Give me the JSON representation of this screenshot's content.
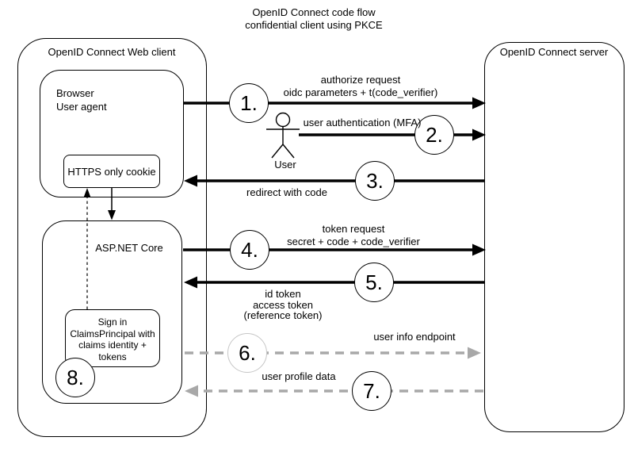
{
  "title": {
    "line1": "OpenID Connect code flow",
    "line2": "confidential client using PKCE"
  },
  "client": {
    "label": "OpenID Connect Web client",
    "browser": {
      "line1": "Browser",
      "line2": "User agent",
      "cookie_label": "HTTPS only cookie"
    },
    "aspnet": {
      "label": "ASP.NET Core",
      "signin": {
        "line1": "Sign in",
        "line2": "ClaimsPrincipal with",
        "line3": "claims identity +",
        "line4": "tokens"
      }
    }
  },
  "server": {
    "label": "OpenID Connect server"
  },
  "actor": {
    "label": "User"
  },
  "steps": [
    {
      "num": "1.",
      "lines": [
        "authorize request",
        "oidc parameters + t(code_verifier)"
      ],
      "direction": "client-to-server",
      "style": "solid"
    },
    {
      "num": "2.",
      "lines": [
        "user authentication (MFA)"
      ],
      "direction": "user-to-server",
      "style": "solid"
    },
    {
      "num": "3.",
      "lines": [
        "redirect with code"
      ],
      "direction": "server-to-client",
      "style": "solid"
    },
    {
      "num": "4.",
      "lines": [
        "token request",
        "secret + code + code_verifier"
      ],
      "direction": "client-to-server",
      "style": "solid"
    },
    {
      "num": "5.",
      "lines": [
        "id token",
        "access token",
        "(reference token)"
      ],
      "direction": "server-to-client",
      "style": "solid"
    },
    {
      "num": "6.",
      "lines": [
        "user info endpoint"
      ],
      "direction": "client-to-server",
      "style": "dashed"
    },
    {
      "num": "7.",
      "lines": [
        "user profile data"
      ],
      "direction": "server-to-client",
      "style": "dashed"
    },
    {
      "num": "8.",
      "lines": [],
      "direction": "none",
      "style": "none"
    }
  ],
  "colors": {
    "background": "#ffffff",
    "stroke": "#000000",
    "text": "#000000",
    "dashed_arrow": "#a8a8a8",
    "circle6_border": "#c6c6c6"
  }
}
